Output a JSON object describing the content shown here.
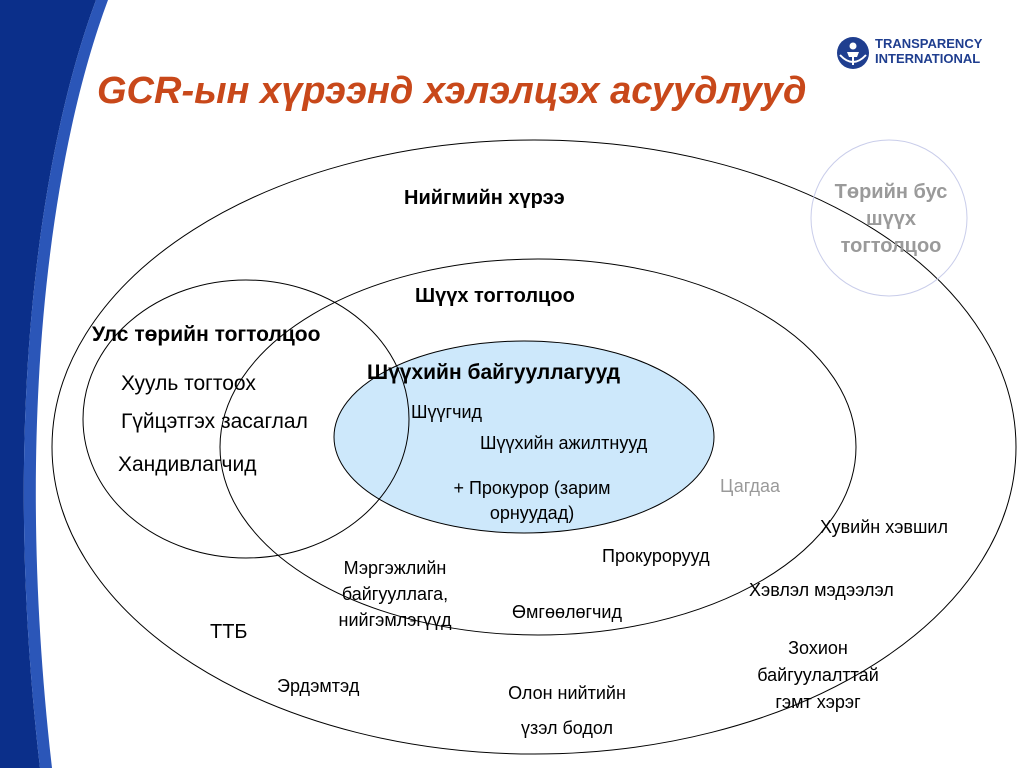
{
  "title": "GCR-ын хүрээнд хэлэлцэх асуудлууд",
  "logo": {
    "line1": "TRANSPARENCY",
    "line2": "INTERNATIONAL"
  },
  "circles": {
    "society": "Нийгмийн хүрээ",
    "state_system": "Улс төрийн тогтолцоо",
    "judicial_system": "Шүүх тогтолцоо",
    "judicial_organizations": "Шүүхийн байгууллагууд",
    "non_state": {
      "line1": "Төрийн бус",
      "line2": "шүүх",
      "line3": "тогтолцоо"
    }
  },
  "labels": {
    "legislature": "Хууль тогтоох",
    "executive": "Гүйцэтгэх засаглал",
    "mediators": "Хандивлагчид",
    "judges": "Шүүгчид",
    "court_staff": "Шүүхийн ажилтнууд",
    "prosecutors_some": {
      "line1": "+ Прокурор (зарим",
      "line2": "орнуудад)"
    },
    "police": "Цагдаа",
    "prosecutors": "Прокурорууд",
    "professional_orgs": {
      "line1": "Мэргэжлийн",
      "line2": "байгууллага,",
      "line3": "нийгэмлэгүүд"
    },
    "lawyers": "Өмгөөлөгчид",
    "private_sector": "Хувийн хэвшил",
    "media": "Хэвлэл мэдээлэл",
    "organized_crime": {
      "line1": "Зохион",
      "line2": "байгуулалттай",
      "line3": "гэмт хэрэг"
    },
    "ngo": "ТТБ",
    "academics": "Эрдэмтэд",
    "public_opinion": {
      "line1": "Олон нийтийн",
      "line2": "үзэл бодол"
    }
  },
  "colors": {
    "title": "#c8481a",
    "band_dark": "#0b2f8a",
    "band_mid": "#2b56b8",
    "inner_fill": "#cde8fb",
    "logo": "#1f3e8f",
    "muted_text": "#9a9a9a"
  }
}
